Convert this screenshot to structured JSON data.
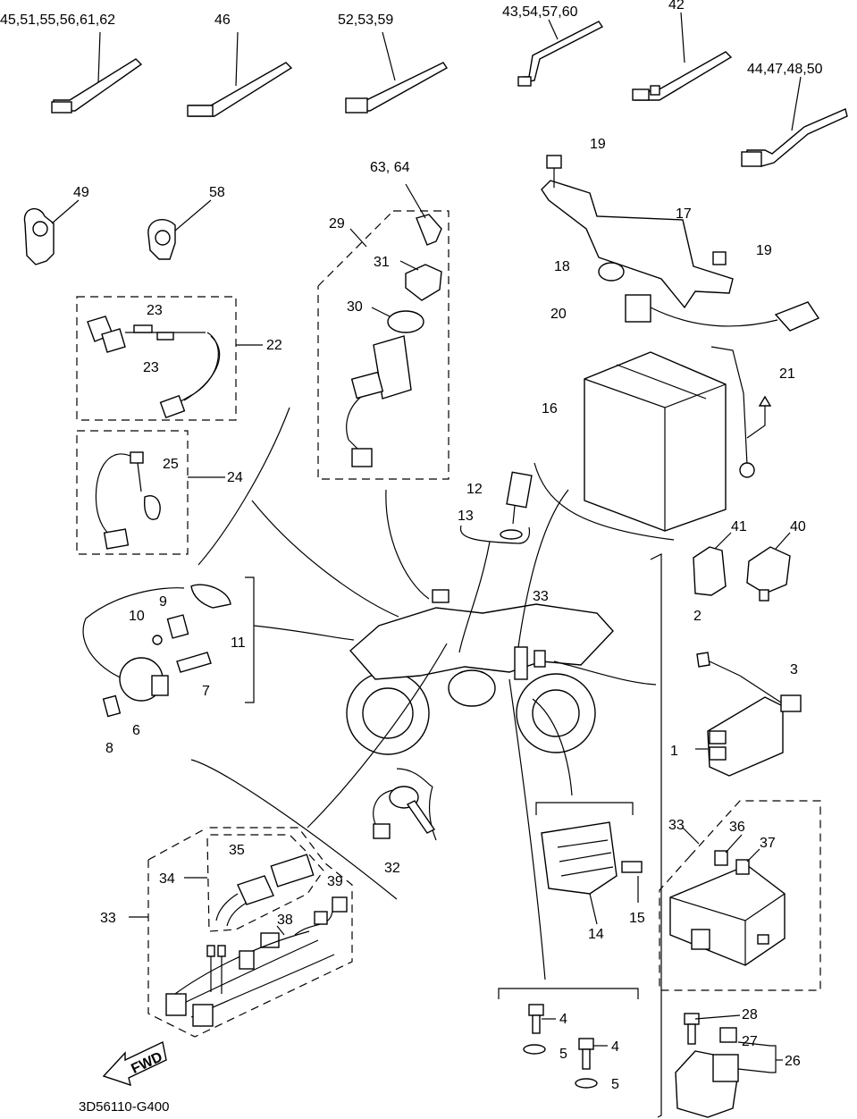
{
  "diagram_code": "3D56110-G400",
  "fwd_arrow_text": "FWD",
  "labels": {
    "ties_45": "45,51,55,56,61,62",
    "tie_46": "46",
    "ties_52": "52,53,59",
    "ties_43": "43,54,57,60",
    "tie_42": "42",
    "ties_44": "44,47,48,50",
    "clamp_49": "49",
    "clamp_58": "58",
    "key_63": "63, 64",
    "p29": "29",
    "p31": "31",
    "p30": "30",
    "p23a": "23",
    "p23b": "23",
    "p22": "22",
    "p25": "25",
    "p24": "24",
    "p19a": "19",
    "p17": "17",
    "p19b": "19",
    "p18": "18",
    "p20": "20",
    "p21": "21",
    "p16": "16",
    "p12": "12",
    "p13": "13",
    "p9": "9",
    "p10": "10",
    "p11": "11",
    "p7": "7",
    "p6": "6",
    "p8": "8",
    "p41": "41",
    "p40": "40",
    "p2": "2",
    "p3": "3",
    "p1": "1",
    "p33a": "33",
    "p32": "32",
    "p35": "35",
    "p34": "34",
    "p39": "39",
    "p33b": "33",
    "p38": "38",
    "p14": "14",
    "p15": "15",
    "p33c": "33",
    "p36": "36",
    "p37": "37",
    "p4a": "4",
    "p5a": "5",
    "p4b": "4",
    "p5b": "5",
    "p28": "28",
    "p27": "27",
    "p26": "26"
  }
}
